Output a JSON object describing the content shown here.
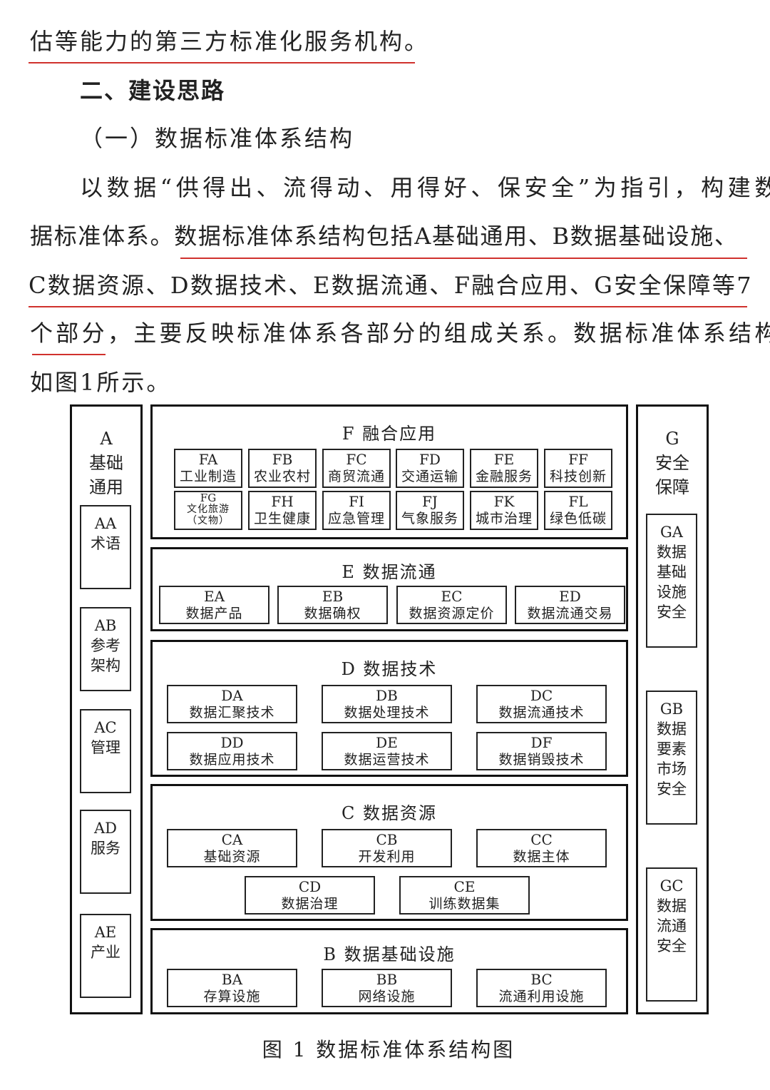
{
  "text": {
    "line1": "估等能力的第三方标准化服务机构。",
    "section_heading": "二、建设思路",
    "subheading": "（一）数据标准体系结构",
    "para_lines": [
      "以数据“供得出、流得动、用得好、保安全”为指引，构建数",
      "据标准体系。数据标准体系结构包括A基础通用、B数据基础设施、",
      "C数据资源、D数据技术、E数据流通、F融合应用、G安全保障等7",
      "个部分，主要反映标准体系各部分的组成关系。数据标准体系结构",
      "如图1所示。"
    ]
  },
  "colors": {
    "underline": "#d0312d",
    "border": "#111111"
  },
  "figure": {
    "caption": "图 1  数据标准体系结构图",
    "left_column": {
      "title_lines": [
        "A",
        "基础",
        "通用"
      ],
      "items": [
        {
          "code": "AA",
          "label": "术语"
        },
        {
          "code": "AB",
          "label": "参考架构"
        },
        {
          "code": "AC",
          "label": "管理"
        },
        {
          "code": "AD",
          "label": "服务"
        },
        {
          "code": "AE",
          "label": "产业"
        }
      ]
    },
    "right_column": {
      "title_lines": [
        "G",
        "安全",
        "保障"
      ],
      "items": [
        {
          "code": "GA",
          "label": "数据基础设施安全"
        },
        {
          "code": "GB",
          "label": "数据要素市场安全"
        },
        {
          "code": "GC",
          "label": "数据流通安全"
        }
      ]
    },
    "panels": [
      {
        "title": "F 融合应用",
        "items": [
          {
            "code": "FA",
            "label": "工业制造"
          },
          {
            "code": "FB",
            "label": "农业农村"
          },
          {
            "code": "FC",
            "label": "商贸流通"
          },
          {
            "code": "FD",
            "label": "交通运输"
          },
          {
            "code": "FE",
            "label": "金融服务"
          },
          {
            "code": "FF",
            "label": "科技创新"
          },
          {
            "code": "FG",
            "label": "文化旅游（文物）"
          },
          {
            "code": "FH",
            "label": "卫生健康"
          },
          {
            "code": "FI",
            "label": "应急管理"
          },
          {
            "code": "FJ",
            "label": "气象服务"
          },
          {
            "code": "FK",
            "label": "城市治理"
          },
          {
            "code": "FL",
            "label": "绿色低碳"
          }
        ]
      },
      {
        "title": "E 数据流通",
        "items": [
          {
            "code": "EA",
            "label": "数据产品"
          },
          {
            "code": "EB",
            "label": "数据确权"
          },
          {
            "code": "EC",
            "label": "数据资源定价"
          },
          {
            "code": "ED",
            "label": "数据流通交易"
          }
        ]
      },
      {
        "title": "D 数据技术",
        "items": [
          {
            "code": "DA",
            "label": "数据汇聚技术"
          },
          {
            "code": "DB",
            "label": "数据处理技术"
          },
          {
            "code": "DC",
            "label": "数据流通技术"
          },
          {
            "code": "DD",
            "label": "数据应用技术"
          },
          {
            "code": "DE",
            "label": "数据运营技术"
          },
          {
            "code": "DF",
            "label": "数据销毁技术"
          }
        ]
      },
      {
        "title": "C 数据资源",
        "items": [
          {
            "code": "CA",
            "label": "基础资源"
          },
          {
            "code": "CB",
            "label": "开发利用"
          },
          {
            "code": "CC",
            "label": "数据主体"
          },
          {
            "code": "CD",
            "label": "数据治理"
          },
          {
            "code": "CE",
            "label": "训练数据集"
          }
        ]
      },
      {
        "title": "B 数据基础设施",
        "items": [
          {
            "code": "BA",
            "label": "存算设施"
          },
          {
            "code": "BB",
            "label": "网络设施"
          },
          {
            "code": "BC",
            "label": "流通利用设施"
          }
        ]
      }
    ]
  }
}
